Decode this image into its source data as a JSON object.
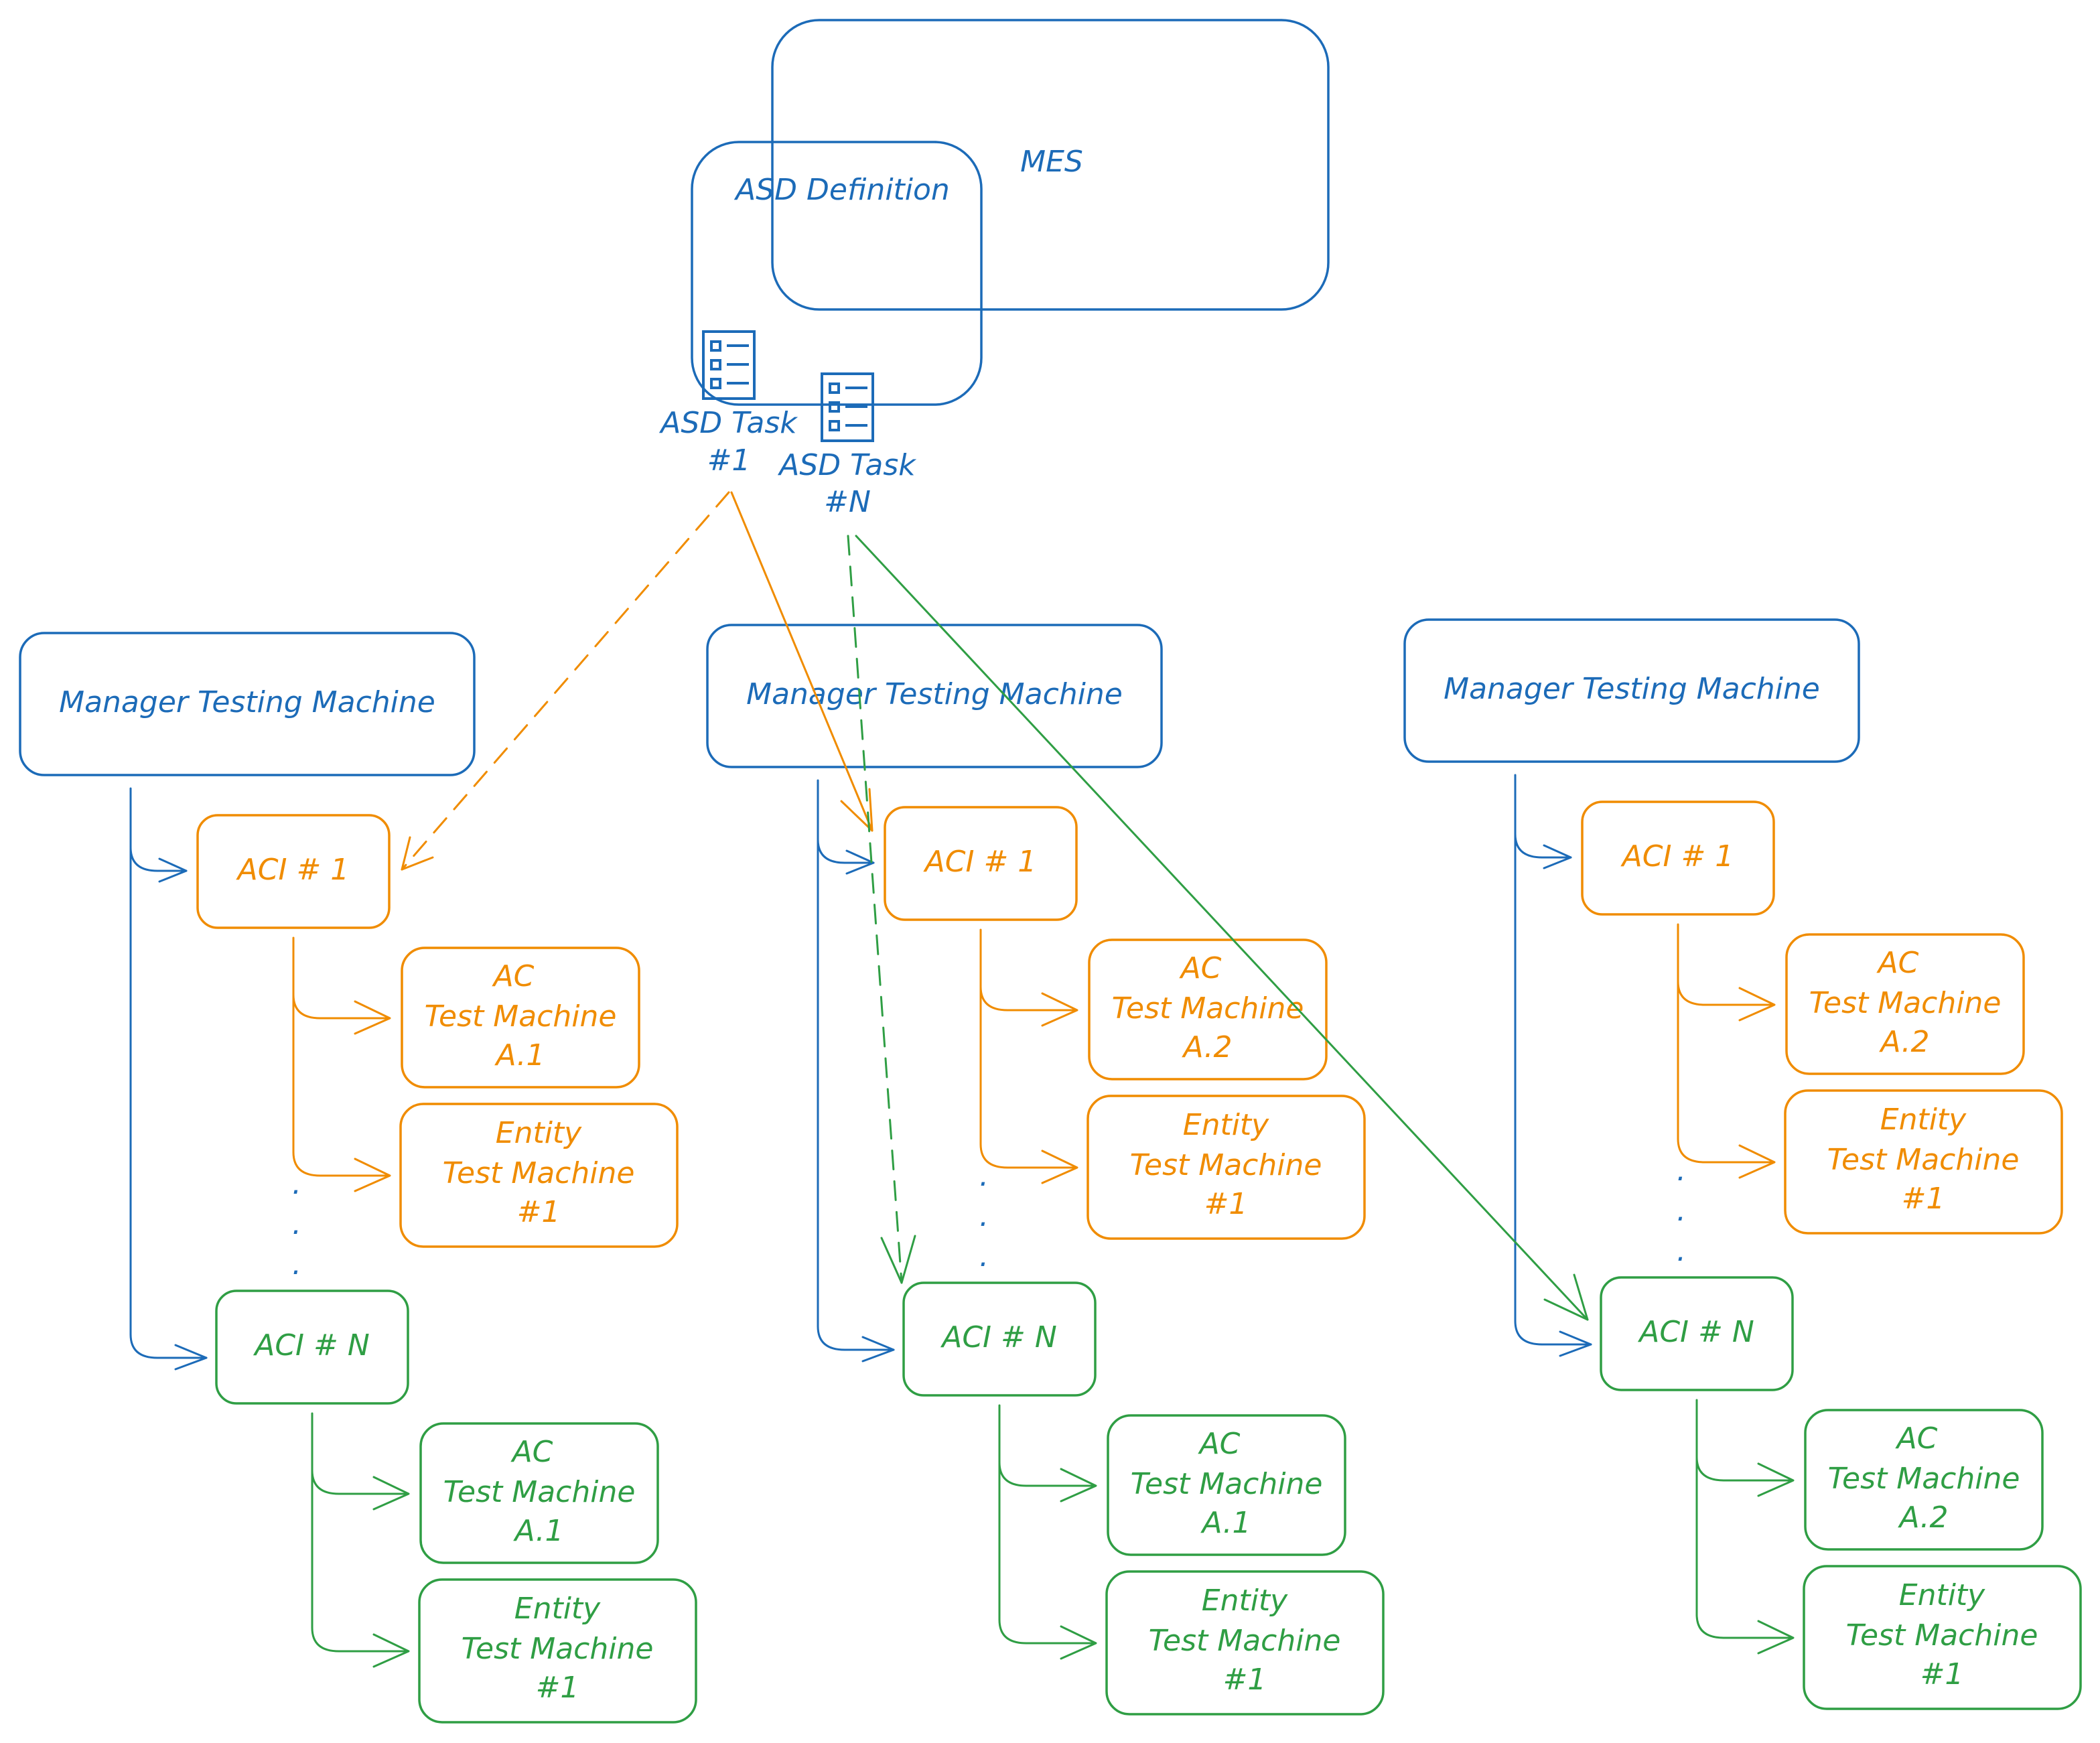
{
  "colors": {
    "blue": "#1c6bb8",
    "orange": "#f08c00",
    "green": "#2f9e44"
  },
  "mes": {
    "label": "MES"
  },
  "asd_definition": {
    "label": "ASD Definition"
  },
  "tasks": [
    {
      "icon": "checklist-icon",
      "label_line1": "ASD Task",
      "label_line2": "#1"
    },
    {
      "icon": "checklist-icon",
      "label_line1": "ASD Task",
      "label_line2": "#N"
    }
  ],
  "managers": [
    {
      "label": "Manager Testing Machine",
      "aci_first": {
        "label": "ACI # 1",
        "children": [
          {
            "line1": "AC",
            "line2": "Test Machine",
            "line3": "A.1"
          },
          {
            "line1": "Entity",
            "line2": "Test Machine",
            "line3": "#1"
          }
        ]
      },
      "ellipsis": ".",
      "aci_last": {
        "label": "ACI # N",
        "children": [
          {
            "line1": "AC",
            "line2": "Test Machine",
            "line3": "A.1"
          },
          {
            "line1": "Entity",
            "line2": "Test Machine",
            "line3": "#1"
          }
        ]
      }
    },
    {
      "label": "Manager Testing Machine",
      "aci_first": {
        "label": "ACI # 1",
        "children": [
          {
            "line1": "AC",
            "line2": "Test Machine",
            "line3": "A.2"
          },
          {
            "line1": "Entity",
            "line2": "Test Machine",
            "line3": "#1"
          }
        ]
      },
      "ellipsis": ".",
      "aci_last": {
        "label": "ACI # N",
        "children": [
          {
            "line1": "AC",
            "line2": "Test Machine",
            "line3": "A.1"
          },
          {
            "line1": "Entity",
            "line2": "Test Machine",
            "line3": "#1"
          }
        ]
      }
    },
    {
      "label": "Manager Testing Machine",
      "aci_first": {
        "label": "ACI # 1",
        "children": [
          {
            "line1": "AC",
            "line2": "Test Machine",
            "line3": "A.2"
          },
          {
            "line1": "Entity",
            "line2": "Test Machine",
            "line3": "#1"
          }
        ]
      },
      "ellipsis": ".",
      "aci_last": {
        "label": "ACI # N",
        "children": [
          {
            "line1": "AC",
            "line2": "Test Machine",
            "line3": "A.2"
          },
          {
            "line1": "Entity",
            "line2": "Test Machine",
            "line3": "#1"
          }
        ]
      }
    }
  ]
}
